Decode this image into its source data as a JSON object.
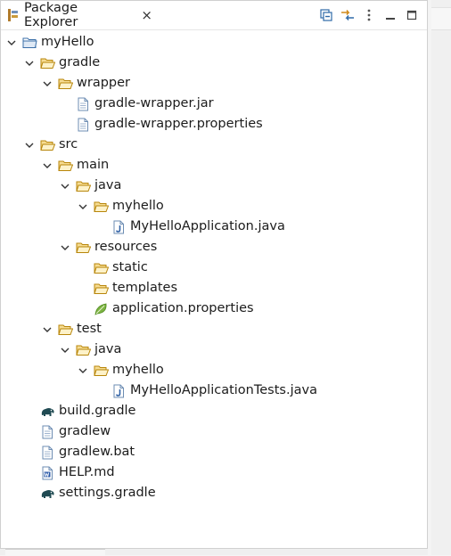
{
  "view": {
    "title": "Package Explorer",
    "close_glyph": "×",
    "toolbar": [
      {
        "name": "collapse-all-icon"
      },
      {
        "name": "link-with-editor-icon"
      },
      {
        "name": "view-menu-icon"
      },
      {
        "name": "minimize-icon"
      },
      {
        "name": "maximize-icon"
      }
    ]
  },
  "tree": [
    {
      "label": "myHello",
      "depth": 0,
      "toggle": "expanded",
      "icon": "project-icon",
      "name": "tree-item-myhello"
    },
    {
      "label": "gradle",
      "depth": 1,
      "toggle": "expanded",
      "icon": "folder-open-icon",
      "name": "tree-item-gradle"
    },
    {
      "label": "wrapper",
      "depth": 2,
      "toggle": "expanded",
      "icon": "folder-open-icon",
      "name": "tree-item-wrapper"
    },
    {
      "label": "gradle-wrapper.jar",
      "depth": 3,
      "toggle": "none",
      "icon": "file-icon",
      "name": "tree-item-gradle-wrapper-jar"
    },
    {
      "label": "gradle-wrapper.properties",
      "depth": 3,
      "toggle": "none",
      "icon": "file-icon",
      "name": "tree-item-gradle-wrapper-properties"
    },
    {
      "label": "src",
      "depth": 1,
      "toggle": "expanded",
      "icon": "folder-open-icon",
      "name": "tree-item-src"
    },
    {
      "label": "main",
      "depth": 2,
      "toggle": "expanded",
      "icon": "folder-open-icon",
      "name": "tree-item-main"
    },
    {
      "label": "java",
      "depth": 3,
      "toggle": "expanded",
      "icon": "folder-open-icon",
      "name": "tree-item-main-java"
    },
    {
      "label": "myhello",
      "depth": 4,
      "toggle": "expanded",
      "icon": "folder-open-icon",
      "name": "tree-item-main-myhello"
    },
    {
      "label": "MyHelloApplication.java",
      "depth": 5,
      "toggle": "none",
      "icon": "java-file-icon",
      "name": "tree-item-myhelloapplication-java"
    },
    {
      "label": "resources",
      "depth": 3,
      "toggle": "expanded",
      "icon": "folder-open-icon",
      "name": "tree-item-resources"
    },
    {
      "label": "static",
      "depth": 4,
      "toggle": "none",
      "icon": "folder-open-icon",
      "name": "tree-item-static"
    },
    {
      "label": "templates",
      "depth": 4,
      "toggle": "none",
      "icon": "folder-open-icon",
      "name": "tree-item-templates"
    },
    {
      "label": "application.properties",
      "depth": 4,
      "toggle": "none",
      "icon": "spring-leaf-icon",
      "name": "tree-item-application-properties"
    },
    {
      "label": "test",
      "depth": 2,
      "toggle": "expanded",
      "icon": "folder-open-icon",
      "name": "tree-item-test"
    },
    {
      "label": "java",
      "depth": 3,
      "toggle": "expanded",
      "icon": "folder-open-icon",
      "name": "tree-item-test-java"
    },
    {
      "label": "myhello",
      "depth": 4,
      "toggle": "expanded",
      "icon": "folder-open-icon",
      "name": "tree-item-test-myhello"
    },
    {
      "label": "MyHelloApplicationTests.java",
      "depth": 5,
      "toggle": "none",
      "icon": "java-file-icon",
      "name": "tree-item-myhelloapplicationtests-java"
    },
    {
      "label": "build.gradle",
      "depth": 1,
      "toggle": "none",
      "icon": "gradle-elephant-icon",
      "name": "tree-item-build-gradle"
    },
    {
      "label": "gradlew",
      "depth": 1,
      "toggle": "none",
      "icon": "file-icon",
      "name": "tree-item-gradlew"
    },
    {
      "label": "gradlew.bat",
      "depth": 1,
      "toggle": "none",
      "icon": "file-icon",
      "name": "tree-item-gradlew-bat"
    },
    {
      "label": "HELP.md",
      "depth": 1,
      "toggle": "none",
      "icon": "word-file-icon",
      "name": "tree-item-help-md"
    },
    {
      "label": "settings.gradle",
      "depth": 1,
      "toggle": "none",
      "icon": "gradle-elephant-icon",
      "name": "tree-item-settings-gradle"
    }
  ]
}
